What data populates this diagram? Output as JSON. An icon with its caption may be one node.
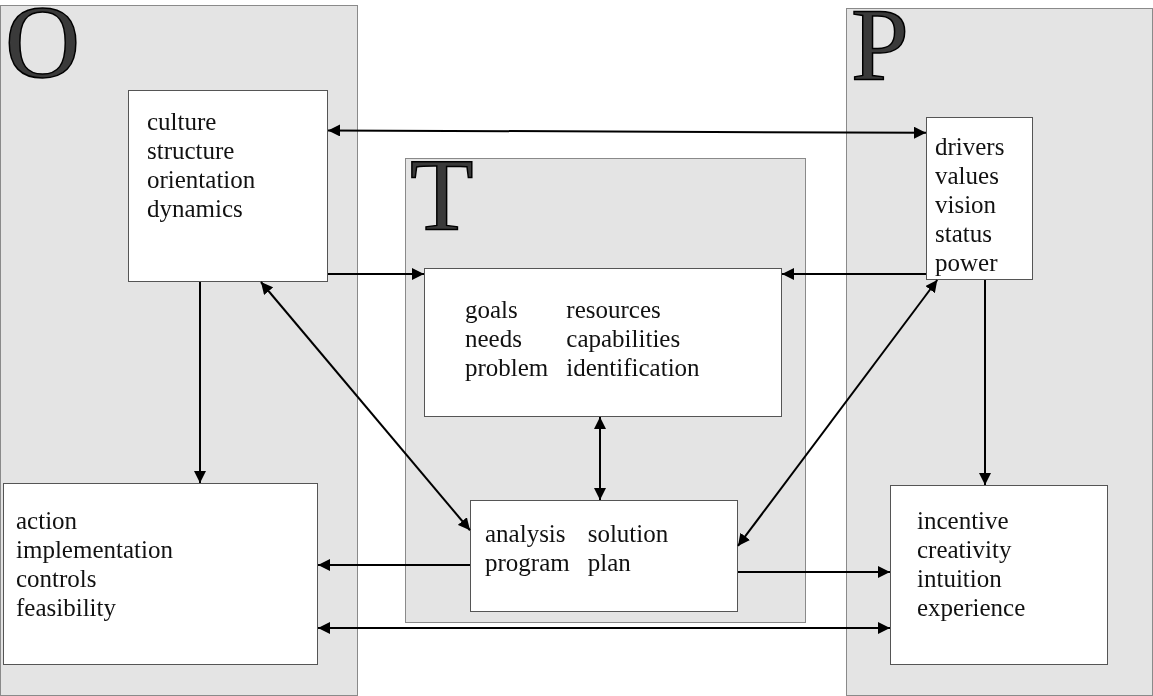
{
  "diagram": {
    "nodes": [
      {
        "text": [
          "O"
        ]
      },
      {
        "text": [
          "culture structure orientation dynamics"
        ],
        "in": 0
      },
      {
        "text": [
          "action implementation controls feasibility"
        ],
        "in": 0
      },
      {
        "text": [
          "P"
        ]
      },
      {
        "text": [
          "drivers values vision status power"
        ],
        "in": 3
      },
      {
        "text": [
          "incentive creativity intuition experience"
        ],
        "in": 3
      },
      {
        "text": [
          "T"
        ]
      },
      {
        "text": [
          "goals needs problem",
          "resources capabilities identification"
        ],
        "in": 6
      },
      {
        "text": [
          "analysis program",
          "solution plan"
        ],
        "in": 6
      }
    ],
    "edges": [
      {
        "from": 1,
        "to": 4,
        "arrow": "both"
      },
      {
        "from": 1,
        "to": 7,
        "arrow": "to"
      },
      {
        "from": 4,
        "to": 7,
        "arrow": "to"
      },
      {
        "from": 1,
        "to": 2,
        "arrow": "to"
      },
      {
        "from": 4,
        "to": 5,
        "arrow": "to"
      },
      {
        "from": 1,
        "to": 8,
        "arrow": "both"
      },
      {
        "from": 4,
        "to": 8,
        "arrow": "both"
      },
      {
        "from": 7,
        "to": 8,
        "arrow": "both"
      },
      {
        "from": 8,
        "to": 2,
        "arrow": "to"
      },
      {
        "from": 8,
        "to": 5,
        "arrow": "to"
      },
      {
        "from": 2,
        "to": 5,
        "arrow": "both"
      }
    ]
  }
}
